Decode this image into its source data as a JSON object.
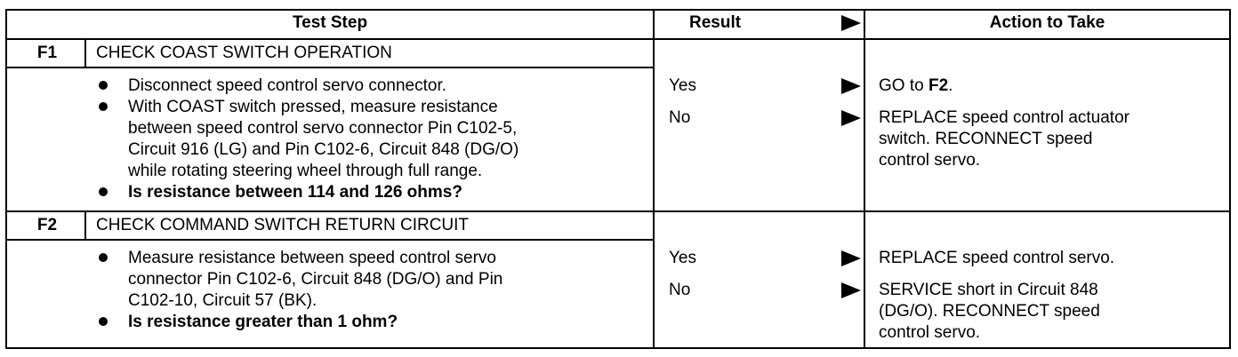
{
  "header": {
    "test_step": "Test Step",
    "result": "Result",
    "action": "Action to Take"
  },
  "steps": [
    {
      "id": "F1",
      "title": "CHECK COAST SWITCH OPERATION",
      "bullets": [
        [
          "Disconnect speed control servo connector."
        ],
        [
          "With COAST switch pressed, measure resistance",
          "between speed control servo connector Pin C102-5,",
          "Circuit 916 (LG) and Pin C102-6, Circuit 848 (DG/O)",
          "while rotating steering wheel through full range."
        ],
        [
          "Is resistance between 114 and 126 ohms?"
        ]
      ],
      "results": [
        {
          "label": "Yes",
          "action": [
            "GO to ",
            "F2",
            "."
          ]
        },
        {
          "label": "No",
          "action": [
            "REPLACE speed control actuator",
            "switch. RECONNECT speed",
            "control servo."
          ]
        }
      ]
    },
    {
      "id": "F2",
      "title": "CHECK COMMAND SWITCH RETURN CIRCUIT",
      "bullets": [
        [
          "Measure resistance between speed control servo",
          "connector Pin C102-6, Circuit 848 (DG/O) and Pin",
          "C102-10, Circuit 57 (BK)."
        ],
        [
          "Is resistance greater than 1 ohm?"
        ]
      ],
      "results": [
        {
          "label": "Yes",
          "action": [
            "REPLACE speed control servo."
          ]
        },
        {
          "label": "No",
          "action": [
            "SERVICE short in Circuit 848",
            "(DG/O). RECONNECT speed",
            "control servo."
          ]
        }
      ]
    }
  ]
}
